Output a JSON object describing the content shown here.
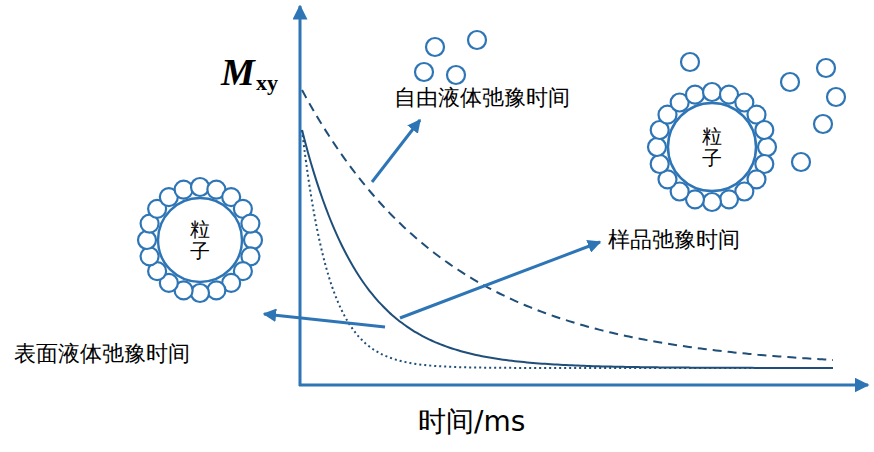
{
  "diagram": {
    "nodes": [
      {
        "text": [
          "粒子"
        ]
      },
      {
        "text": [
          "粒子"
        ]
      }
    ],
    "edges": [],
    "labels": [
      "M",
      "xy",
      "自由液体弛豫时间",
      "样品弛豫时间",
      "表面液体弛豫时间",
      "时间/ms"
    ]
  }
}
